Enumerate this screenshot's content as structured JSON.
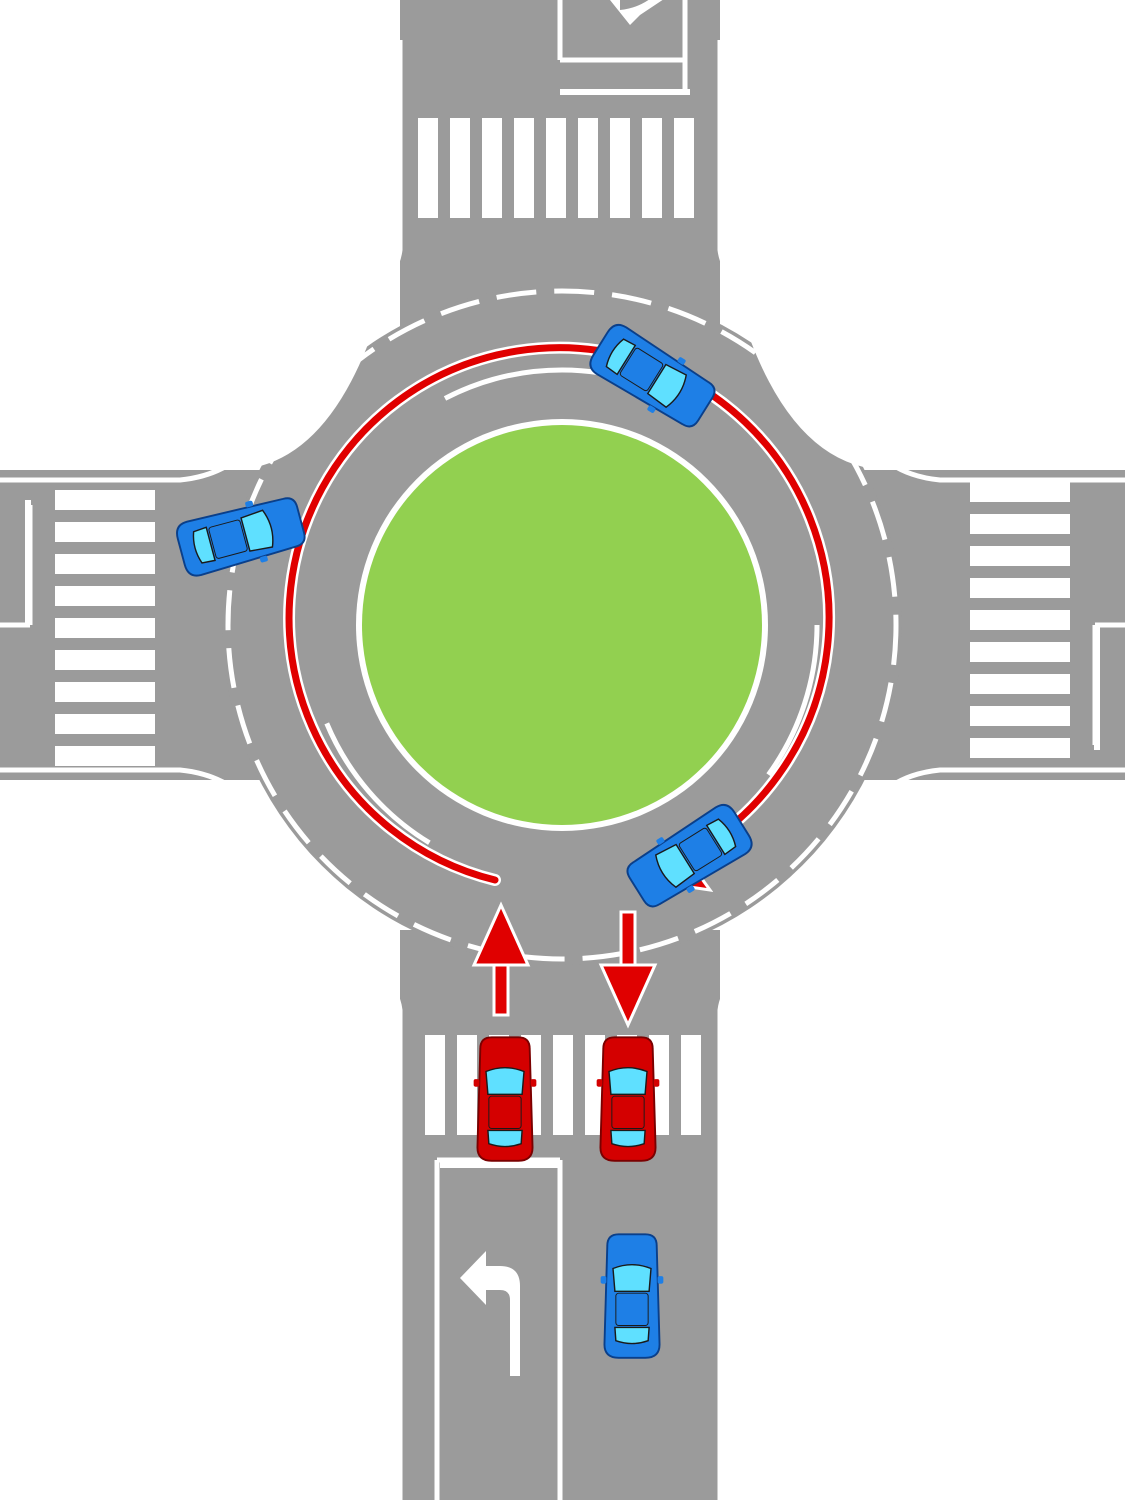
{
  "colors": {
    "road": "#9b9b9b",
    "markings": "#ffffff",
    "island": "#92d050",
    "path_arrow": "#e00000",
    "car_red": "#d40000",
    "car_blue": "#1e7fe6",
    "car_glass": "#5fe0ff"
  },
  "diagram": {
    "scene_type": "roundabout-four-way",
    "center_island": "grass-circle",
    "crosswalks": [
      "north",
      "west",
      "east",
      "south"
    ],
    "lane_arrows": [
      {
        "approach": "south",
        "lane": "left",
        "symbol": "turn-left-arrow"
      },
      {
        "approach": "north",
        "lane": "left",
        "symbol": "turn-left-arrow"
      }
    ],
    "traffic_path": {
      "description_symbol": "red-path-arrow",
      "route": "enter-from-south-circulate-clockwise-exit-south",
      "entry_arrow": "up",
      "exit_arrow": "down"
    },
    "cars": [
      {
        "id": "red-car-left",
        "color": "red",
        "heading": "north",
        "location": "south-approach-left-lane"
      },
      {
        "id": "red-car-right",
        "color": "red",
        "heading": "north",
        "location": "south-approach-right-lane"
      },
      {
        "id": "blue-car-south",
        "color": "blue",
        "heading": "north",
        "location": "south-approach-queue"
      },
      {
        "id": "blue-car-west",
        "color": "blue",
        "heading": "east",
        "location": "west-entry"
      },
      {
        "id": "blue-car-ne",
        "color": "blue",
        "heading": "south-east",
        "location": "ring-north-east"
      },
      {
        "id": "blue-car-se",
        "color": "blue",
        "heading": "south-west",
        "location": "ring-south-east"
      }
    ]
  }
}
